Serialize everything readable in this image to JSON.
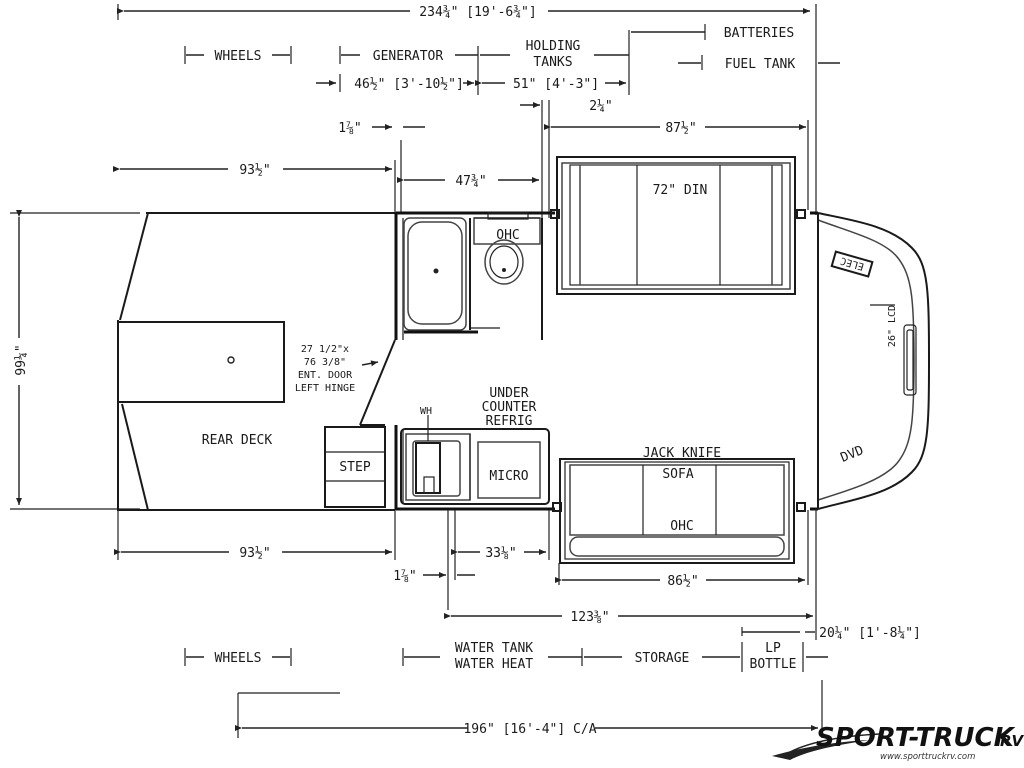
{
  "dimensions": {
    "overall_length": "234¾\" [19'-6¾\"]",
    "generator": "46½\" [3'-10½\"]",
    "holding_tanks": "51\" [4'-3\"]",
    "wall_top": "1⅞\"",
    "wall_bottom": "1⅞\"",
    "rear_deck_top": "93½\"",
    "rear_deck_bottom": "93½\"",
    "bath_width": "47¾\"",
    "top_gap": "2¼\"",
    "dinette_width": "87½\"",
    "height_overall": "99¼\"",
    "galley_gap": "33⅛\"",
    "sofa_width": "86½\"",
    "interior_length": "123⅜\"",
    "lp_bottle": "20¼\" [1'-8¼\"]",
    "ca": "196\" [16'-4\"] C/A"
  },
  "labels": {
    "wheels_top": "WHEELS",
    "generator": "GENERATOR",
    "holding_tanks_line1": "HOLDING",
    "holding_tanks_line2": "TANKS",
    "batteries": "BATTERIES",
    "fuel_tank": "FUEL TANK",
    "dinette": "72\" DIN",
    "ohc_top": "OHC",
    "elec": "ELEC",
    "lcd": "26\" LCD",
    "dvd": "DVD",
    "door_line1": "27 1/2\"x",
    "door_line2": "76 3/8\"",
    "door_line3": "ENT. DOOR",
    "door_line4": "LEFT HINGE",
    "rear_deck": "REAR DECK",
    "step": "STEP",
    "wh": "WH",
    "refrig_line1": "UNDER",
    "refrig_line2": "COUNTER",
    "refrig_line3": "REFRIG",
    "micro": "MICRO",
    "sofa_line1": "JACK KNIFE",
    "sofa_line2": "SOFA",
    "ohc_bottom": "OHC",
    "wheels_bottom": "WHEELS",
    "water_line1": "WATER TANK",
    "water_line2": "WATER HEAT",
    "storage": "STORAGE",
    "lp_line1": "LP",
    "lp_line2": "BOTTLE"
  },
  "logo": {
    "name": "SPORT-TRUCK",
    "suffix": "RV",
    "url": "www.sporttruckrv.com"
  }
}
